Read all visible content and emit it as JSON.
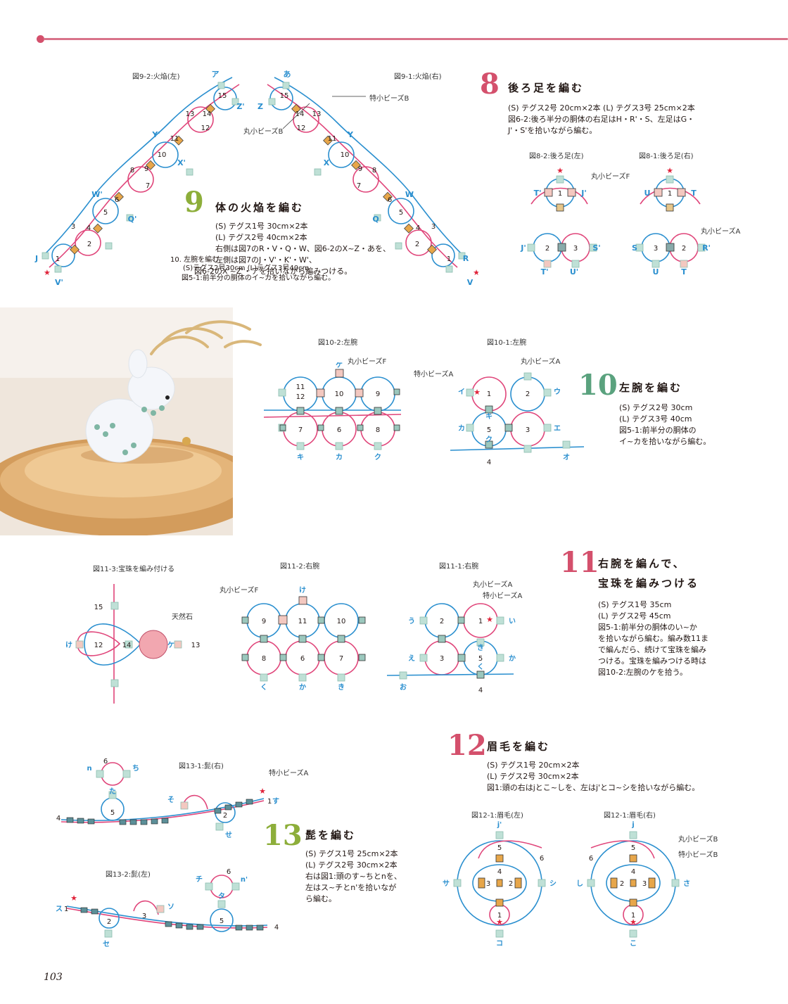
{
  "page": {
    "number": "103",
    "accent_color": "#d4506c"
  },
  "sec9": {
    "num": "9",
    "title": "体の火焔を編む",
    "line1": "(S) テグス1号 30cm×2本",
    "line2": "(L) テグス2号 40cm×2本",
    "line3": "右側は図7のR・V・Q・W、図6-2のX~Z・あを、",
    "line4": "左側は図7のJ・V'・K'・W'、",
    "line5": "図6-2のX'~Z'・アを拾いながら編みつける。",
    "fig_left": "図9-2:火焔(左)",
    "fig_right": "図9-1:火焔(右)",
    "label_b": "特小ビーズB",
    "label_maru_b": "丸小ビーズB"
  },
  "sec10_overlap": {
    "line1": "10. 左腕を編む",
    "line2": "左側は図7のJ・V'・K'・W'、",
    "line3": "(S)テグス2号30cm (L)テグス3号40cm",
    "line4": "図5-1:前半分の胴体のイ~カを拾いながら編む。"
  },
  "sec8": {
    "num": "8",
    "title": "後ろ足を編む",
    "line1": "(S) テグス2号 20cm×2本 (L) テグス3号 25cm×2本",
    "line2": "図6-2:後ろ半分の胴体の右足はH・R'・S、左足はG・",
    "line3": "J'・S'を拾いながら編む。",
    "fig_left": "図8-2:後ろ足(左)",
    "fig_right": "図8-1:後ろ足(右)",
    "label_f": "丸小ビーズF",
    "label_a": "丸小ビーズA"
  },
  "sec10": {
    "num": "10",
    "title": "左腕を編む",
    "line1": "(S) テグス2号 30cm",
    "line2": "(L) テグス3号 40cm",
    "line3": "図5-1:前半分の胴体の",
    "line4": "イ~カを拾いながら編む。",
    "fig_left": "図10-2:左腕",
    "fig_right": "図10-1:左腕",
    "label_f": "丸小ビーズF",
    "label_a": "特小ビーズA",
    "label_maru_a": "丸小ビーズA"
  },
  "sec11": {
    "num": "11",
    "title1": "右腕を編んで、",
    "title2": "宝珠を編みつける",
    "line1": "(S) テグス1号 35cm",
    "line2": "(L) テグス2号 45cm",
    "line3": "図5-1:前半分の胴体のい~か",
    "line4": "を拾いながら編む。編み数11ま",
    "line5": "で編んだら、続けて宝珠を編み",
    "line6": "つける。宝珠を編みつける時は",
    "line7": "図10-2:左腕のケを拾う。",
    "fig_a": "図11-3:宝珠を編み付ける",
    "fig_b": "図11-2:右腕",
    "fig_c": "図11-1:右腕",
    "label_stone": "天然石",
    "label_f": "丸小ビーズF",
    "label_maru_a": "丸小ビーズA",
    "label_a": "特小ビーズA"
  },
  "sec12": {
    "num": "12",
    "title": "眉毛を編む",
    "line1": "(S) テグス1号 20cm×2本",
    "line2": "(L) テグス2号 30cm×2本",
    "line3": "図1:頭の右はjとこ~しを、左はj'とコ~シを拾いながら編む。",
    "fig_left": "図12-1:眉毛(左)",
    "fig_right": "図12-1:眉毛(右)",
    "label_maru_b": "丸小ビーズB",
    "label_b": "特小ビーズB"
  },
  "sec13": {
    "num": "13",
    "title": "髭を編む",
    "line1": "(S) テグス1号 25cm×2本",
    "line2": "(L) テグス2号 30cm×2本",
    "line3": "右は図1:頭のす~ちとnを、",
    "line4": "左はス~チとn'を拾いなが",
    "line5": "ら編む。",
    "fig_right": "図13-1:髭(右)",
    "fig_left": "図13-2:髭(左)",
    "label_a": "特小ビーズA"
  },
  "colors": {
    "pink": "#e0457a",
    "blue": "#2a8fcf",
    "bead": "#bfe0d6",
    "gold": "#e7a64a"
  }
}
